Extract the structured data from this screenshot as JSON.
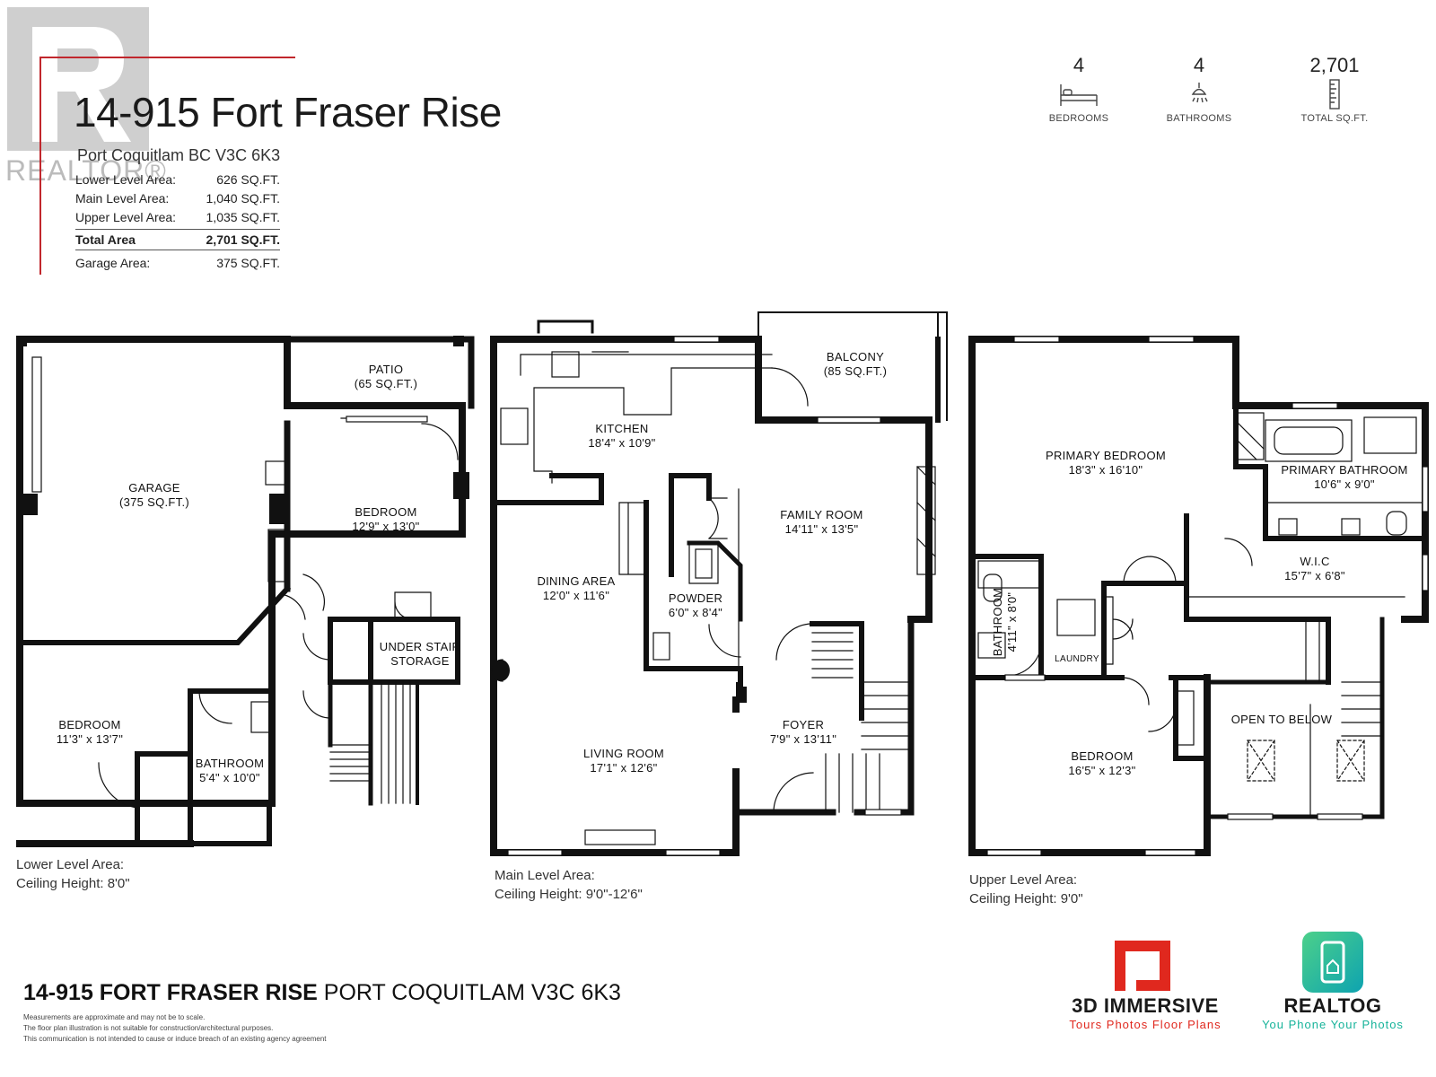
{
  "header": {
    "title": "14-915 Fort Fraser Rise",
    "subtitle": "Port Coquitlam BC V3C 6K3",
    "watermark": "REALTOR®",
    "areas": [
      {
        "label": "Lower Level Area:",
        "value": "626 SQ.FT."
      },
      {
        "label": "Main Level Area:",
        "value": "1,040 SQ.FT."
      },
      {
        "label": "Upper Level Area:",
        "value": "1,035 SQ.FT."
      }
    ],
    "total": {
      "label": "Total Area",
      "value": "2,701 SQ.FT."
    },
    "garage": {
      "label": "Garage Area:",
      "value": "375 SQ.FT."
    }
  },
  "stats": [
    {
      "value": "4",
      "label": "BEDROOMS",
      "icon": "bed-icon"
    },
    {
      "value": "4",
      "label": "BATHROOMS",
      "icon": "shower-icon"
    },
    {
      "value": "2,701",
      "label": "TOTAL SQ.FT.",
      "icon": "ruler-icon"
    }
  ],
  "rooms": {
    "patio": {
      "name": "PATIO",
      "size": "(65 SQ.FT.)"
    },
    "garage": {
      "name": "GARAGE",
      "size": "(375 SQ.FT.)"
    },
    "lower_bedroom_1": {
      "name": "BEDROOM",
      "size": "12'9\" x 13'0\""
    },
    "lower_bedroom_2": {
      "name": "BEDROOM",
      "size": "11'3\" x 13'7\""
    },
    "lower_bathroom": {
      "name": "BATHROOM",
      "size": "5'4\" x 10'0\""
    },
    "under_stair": {
      "name": "UNDER STAIR",
      "size": "STORAGE"
    },
    "kitchen": {
      "name": "KITCHEN",
      "size": "18'4\" x 10'9\""
    },
    "balcony": {
      "name": "BALCONY",
      "size": "(85 SQ.FT.)"
    },
    "family_room": {
      "name": "FAMILY ROOM",
      "size": "14'11\" x 13'5\""
    },
    "dining_area": {
      "name": "DINING AREA",
      "size": "12'0\" x 11'6\""
    },
    "powder": {
      "name": "POWDER",
      "size": "6'0\" x 8'4\""
    },
    "foyer": {
      "name": "FOYER",
      "size": "7'9\" x 13'11\""
    },
    "living_room": {
      "name": "LIVING ROOM",
      "size": "17'1\" x 12'6\""
    },
    "primary_bedroom": {
      "name": "PRIMARY BEDROOM",
      "size": "18'3\" x 16'10\""
    },
    "primary_bathroom": {
      "name": "PRIMARY BATHROOM",
      "size": "10'6\" x 9'0\""
    },
    "wic": {
      "name": "W.I.C",
      "size": "15'7\" x 6'8\""
    },
    "upper_bathroom": {
      "name": "BATHROOM",
      "size": "4'11\" x 8'0\""
    },
    "laundry": {
      "name": "LAUNDRY"
    },
    "upper_bedroom": {
      "name": "BEDROOM",
      "size": "16'5\" x 12'3\""
    },
    "open_to_below": {
      "name": "OPEN TO BELOW"
    }
  },
  "levels": {
    "lower": {
      "area": "Lower Level Area:",
      "ceiling": "Ceiling Height: 8'0\""
    },
    "main": {
      "area": "Main Level Area:",
      "ceiling": "Ceiling Height: 9'0\"-12'6\""
    },
    "upper": {
      "area": "Upper Level Area:",
      "ceiling": "Ceiling Height: 9'0\""
    }
  },
  "footer": {
    "address_bold": "14-915 FORT FRASER RISE",
    "address_rest": " PORT COQUITLAM V3C 6K3",
    "disclaimer": [
      "Measurements are approximate and may not be to scale.",
      "The floor plan illustration is not suitable for construction/architectural purposes.",
      "This communication is not intended to cause or induce breach of an existing agency agreement"
    ]
  },
  "brands": [
    {
      "name": "3D IMMERSIVE",
      "tagline": "Tours  Photos  Floor Plans",
      "color": "#e0281e"
    },
    {
      "name": "REALTOG",
      "tagline": "You Phone Your Photos",
      "color": "#16b39a"
    }
  ],
  "colors": {
    "wall": "#111111",
    "accent": "#c1272d"
  }
}
